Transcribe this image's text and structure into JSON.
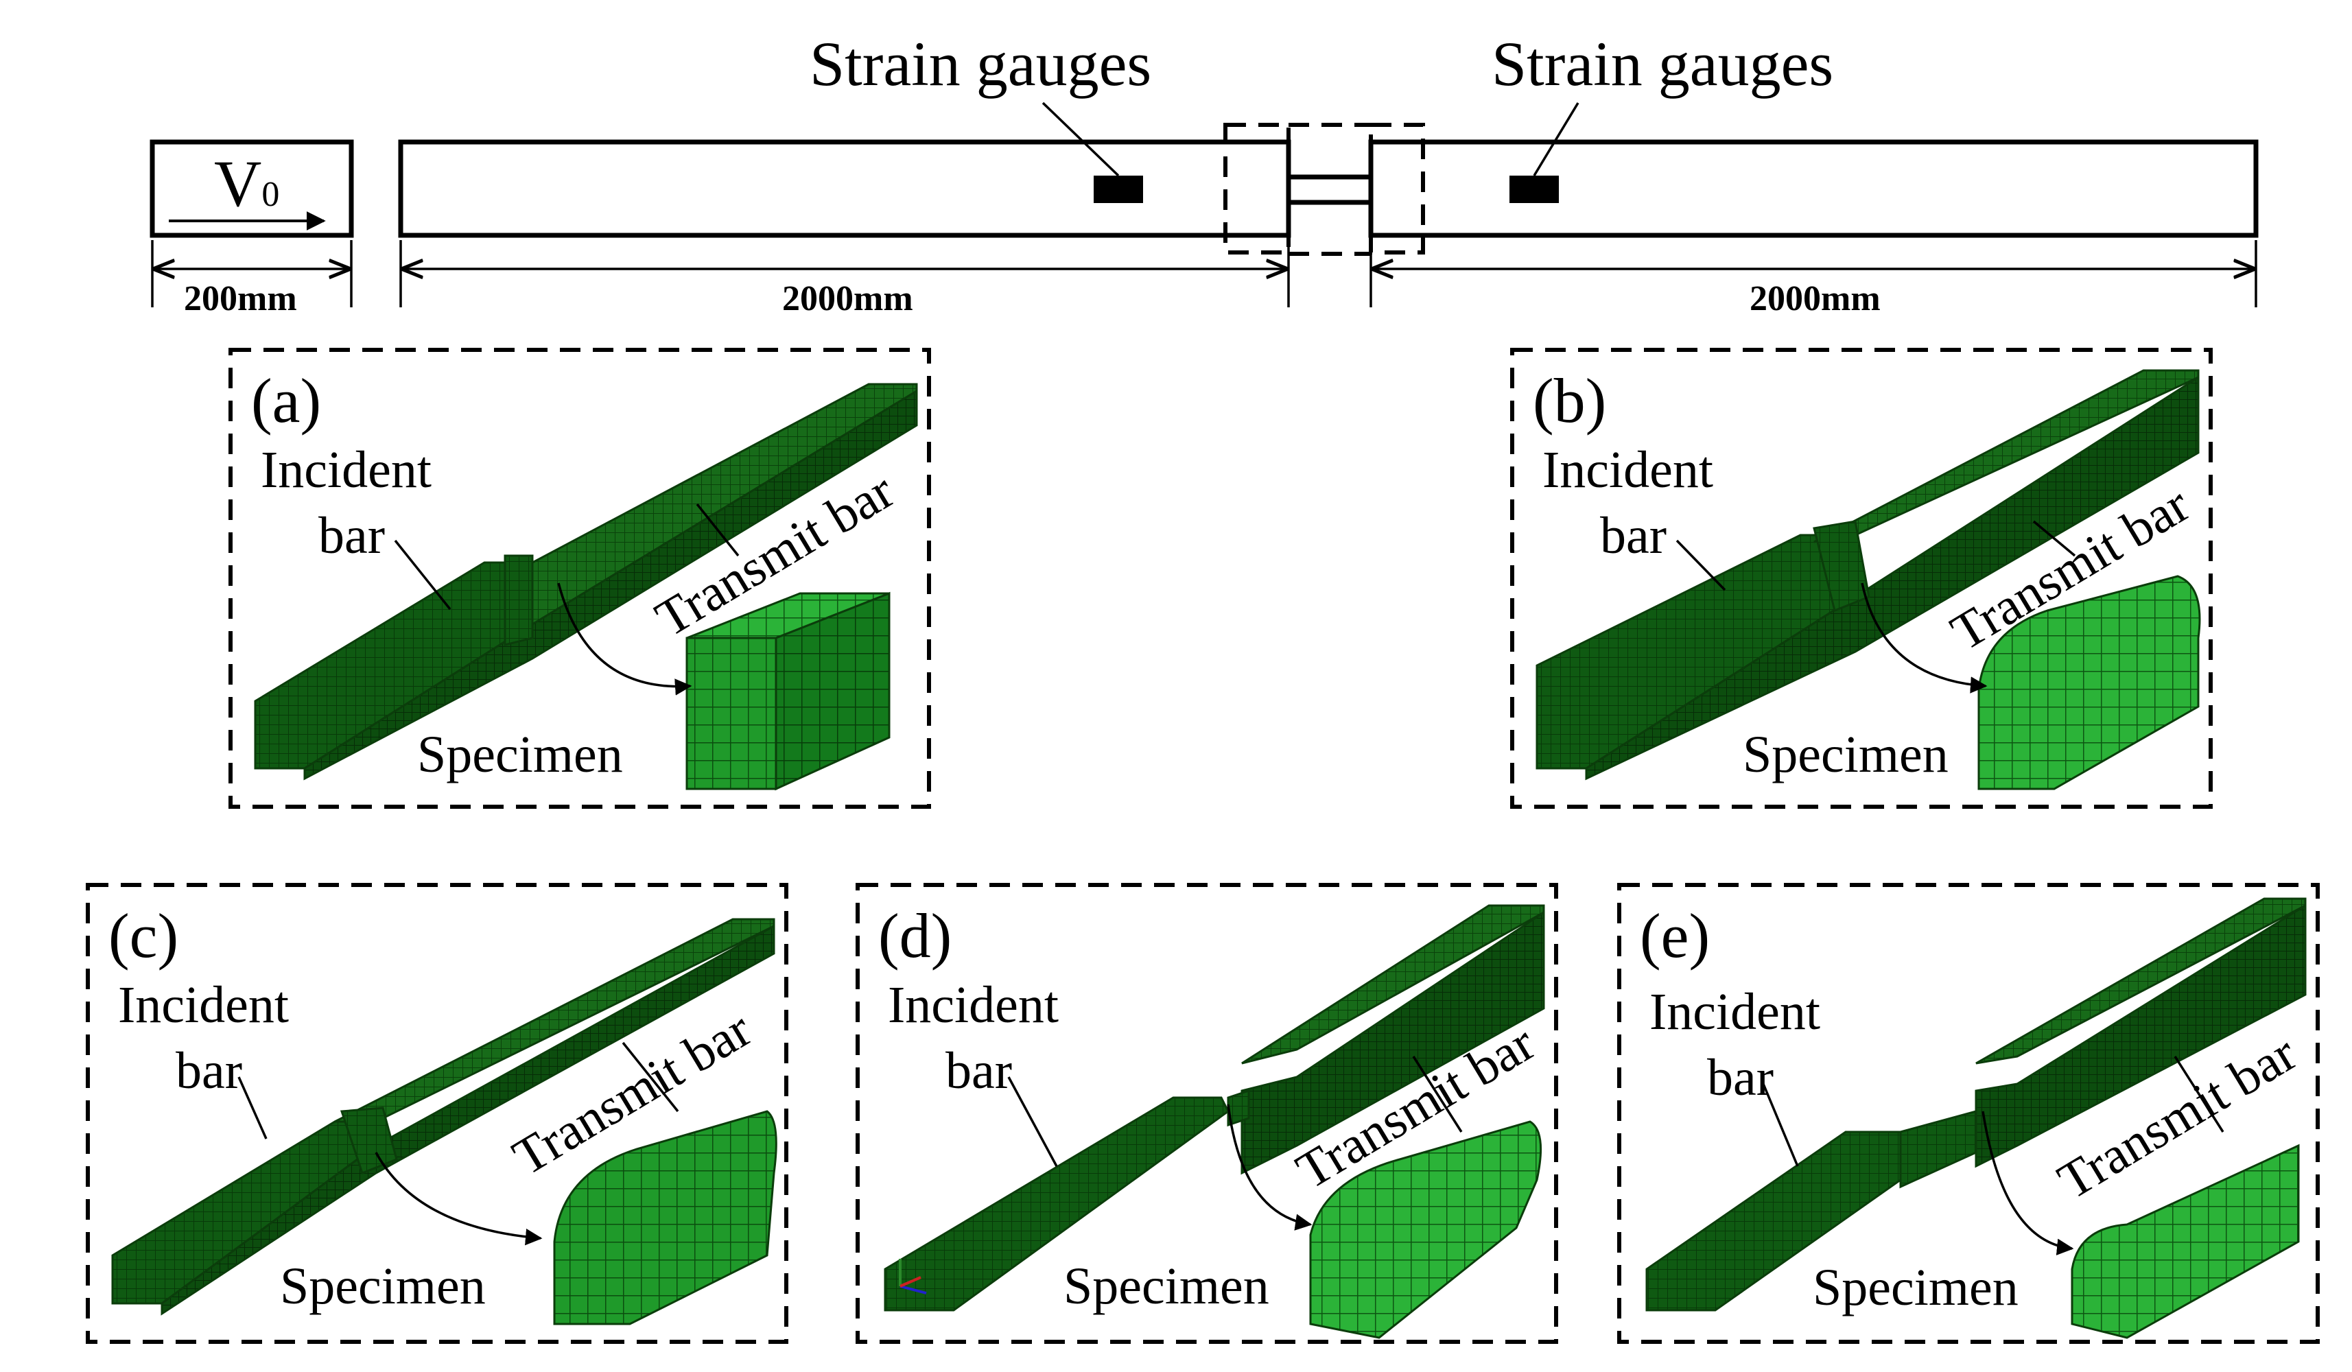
{
  "top_schematic": {
    "strain_gauges_left": "Strain gauges",
    "strain_gauges_right": "Strain gauges",
    "striker_velocity_main": "V",
    "striker_velocity_sub": "0",
    "dim_striker": "200mm",
    "dim_incident": "2000mm",
    "dim_transmit": "2000mm"
  },
  "panels": [
    {
      "tag": "(a)",
      "incident_line1": "Incident",
      "incident_line2": "bar",
      "transmit": "Transmit bar",
      "specimen": "Specimen"
    },
    {
      "tag": "(b)",
      "incident_line1": "Incident",
      "incident_line2": "bar",
      "transmit": "Transmit bar",
      "specimen": "Specimen"
    },
    {
      "tag": "(c)",
      "incident_line1": "Incident",
      "incident_line2": "bar",
      "transmit": "Transmit bar",
      "specimen": "Specimen"
    },
    {
      "tag": "(d)",
      "incident_line1": "Incident",
      "incident_line2": "bar",
      "transmit": "Transmit bar",
      "specimen": "Specimen"
    },
    {
      "tag": "(e)",
      "incident_line1": "Incident",
      "incident_line2": "bar",
      "transmit": "Transmit bar",
      "specimen": "Specimen"
    }
  ],
  "colors": {
    "mesh_dark": "#0f5a12",
    "mesh_mid": "#1d7a1f",
    "specimen_light": "#2bbf3a",
    "mesh_line": "#0b3d0b"
  }
}
